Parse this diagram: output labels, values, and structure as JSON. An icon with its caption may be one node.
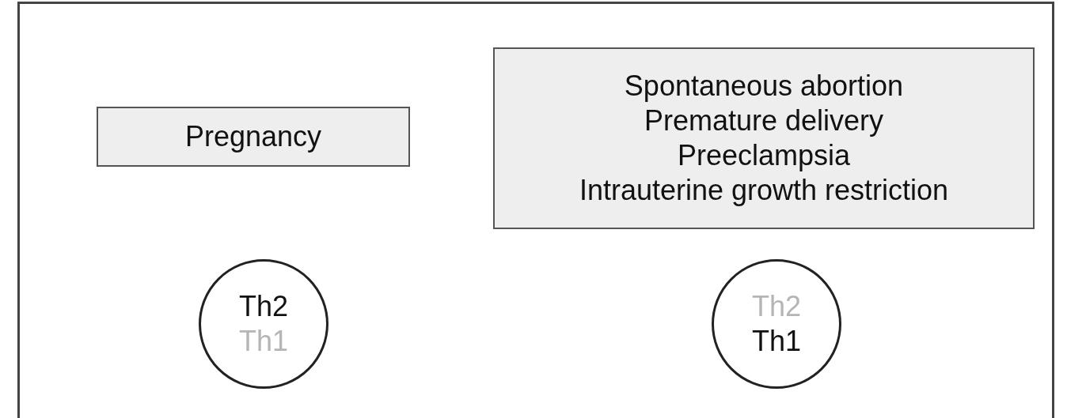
{
  "diagram": {
    "nodes": [
      {
        "text": [
          "Pregnancy"
        ]
      },
      {
        "text": [
          "Spontaneous abortion",
          "Premature delivery",
          "Preeclampsia",
          "Intrauterine growth restriction"
        ]
      },
      {
        "text": [
          "Th2",
          "Th1"
        ]
      },
      {
        "text": [
          "Th2",
          "Th1"
        ]
      }
    ]
  }
}
